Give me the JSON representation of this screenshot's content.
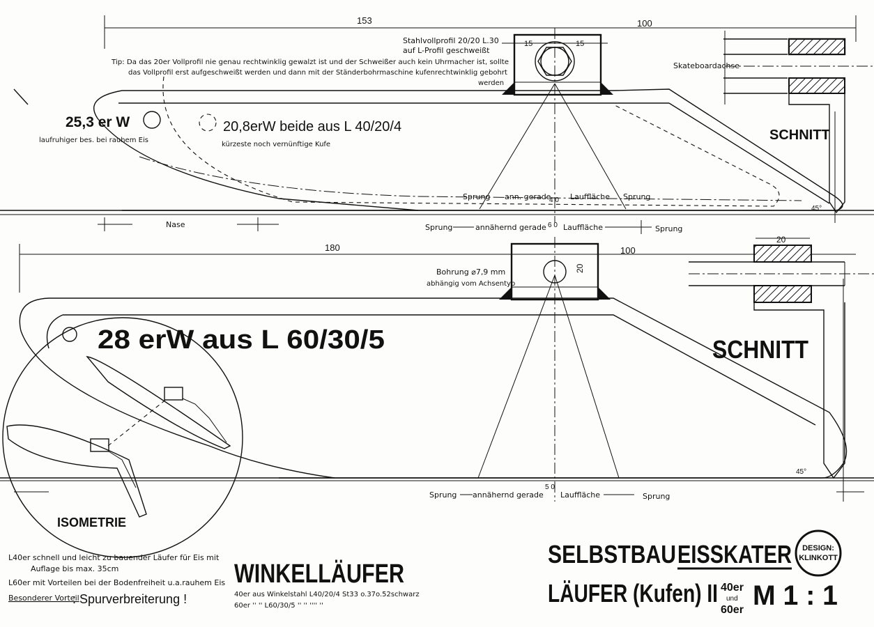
{
  "top_section": {
    "dim_left": "153",
    "dim_right": "100",
    "steel_note_1": "Stahlvollprofil 20/20 L.30",
    "steel_note_2": "auf L-Profil geschweißt",
    "dim_15a": "15",
    "dim_15b": "15",
    "tip_1": "Tip: Da das 20er Vollprofil nie genau rechtwinklig gewalzt ist und der Schweißer auch kein Uhrmacher ist, sollte",
    "tip_2": "das Vollprofil erst aufgeschweißt werden und dann mit der Ständerbohrmaschine kufenrechtwinklig gebohrt",
    "tip_3": "werden",
    "skateboard_axle": "Skateboardachse",
    "label_253": "25,3 er W",
    "label_253_note": "laufruhiger bes. bei rauhem Eis",
    "label_208": "20,8erW  beide aus L 40/20/4",
    "label_208_note": "kürzeste noch vernünftige Kufe",
    "section_label": "SCHNITT",
    "inner_sprung_left": "Sprung",
    "inner_straight": "ann. gerade",
    "inner_40": "4 0",
    "inner_lauf": "Lauffläche",
    "inner_sprung_right": "Sprung",
    "outer_sprung_left": "Sprung",
    "outer_straight": "annähernd gerade",
    "outer_60": "6 0",
    "outer_lauf": "Lauffläche",
    "outer_sprung_right": "Sprung",
    "nose": "Nase",
    "angle": "45°"
  },
  "bottom_section": {
    "dim_left": "180",
    "dim_right": "100",
    "dim_20_top": "20",
    "dim_20_side": "20",
    "bore_1": "Bohrung ⌀7,9 mm",
    "bore_2": "abhängig vom Achsentyp",
    "main_label": "28 erW aus L 60/30/5",
    "section_label": "SCHNITT",
    "isometry": "ISOMETRIE",
    "sprung_left": "Sprung",
    "straight": "annähernd gerade",
    "dim_50": "5 0",
    "lauf": "Lauffläche",
    "sprung_right": "Sprung",
    "angle": "45°"
  },
  "notes": {
    "line_1": "L40er schnell und leicht zu bauender Läufer für Eis mit",
    "line_2": "Auflage bis max. 35cm",
    "line_3": "L60er mit Vorteilen bei der Bodenfreiheit u.a.rauhem Eis",
    "advantage_label": "Besonderer Vorteil",
    "advantage_value": ": Spurverbreiterung !"
  },
  "title_block": {
    "runner_title": "WINKELLÄUFER",
    "runner_sub_1": "40er aus Winkelstahl L40/20/4 St33 o.37o.52schwarz",
    "runner_sub_2": "60er  ''       ''      L60/30/5  ''     ''   ''''   ''",
    "main_1a": "SELBSTBAU",
    "main_1b": "EISSKATER",
    "design_1": "DESIGN:",
    "design_2": "KLINKOTT",
    "main_2": "LÄUFER (Kufen) II",
    "sizes_1": "40er",
    "sizes_2": "und",
    "sizes_3": "60er",
    "scale": "M 1 : 1"
  }
}
